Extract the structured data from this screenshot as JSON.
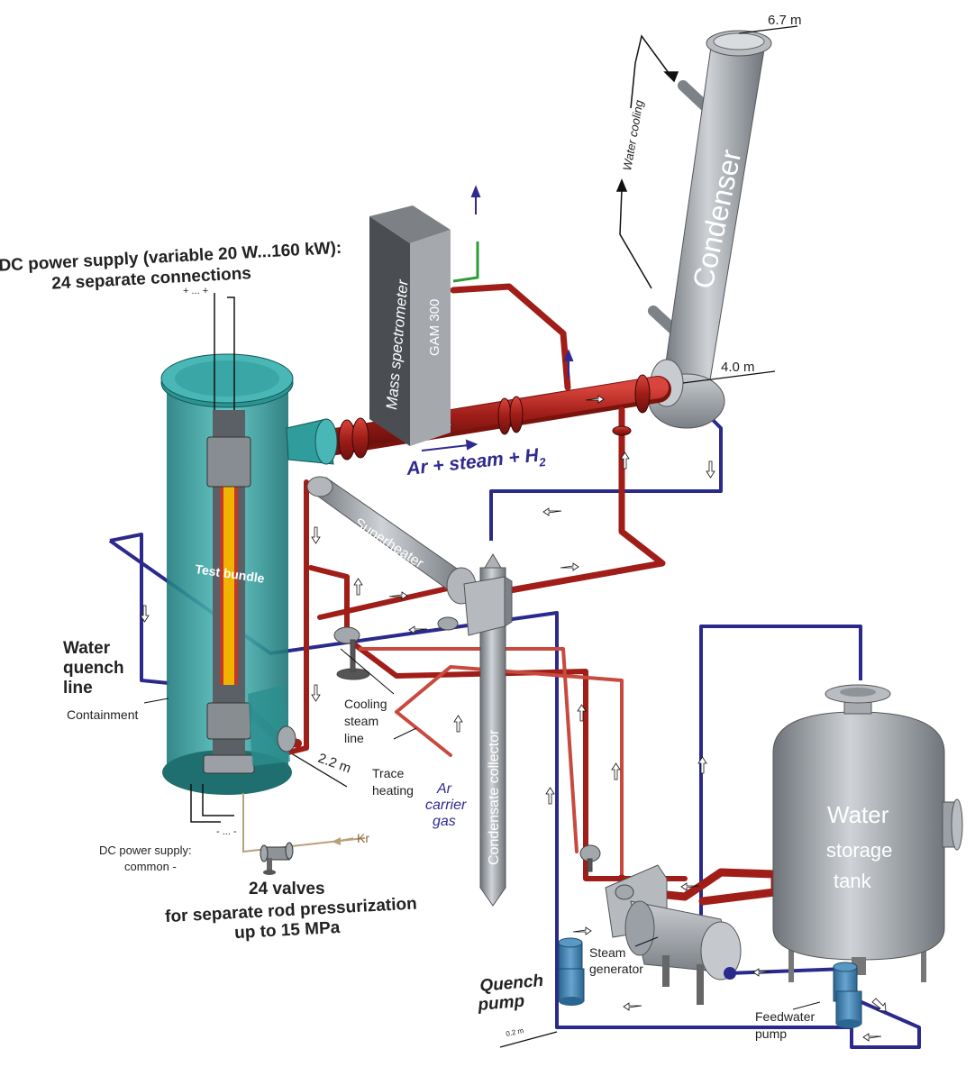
{
  "labels": {
    "dc_supply_title": "DC power supply (variable 20 W...160 kW):",
    "dc_supply_sub": "24 separate connections",
    "dc_plus": "+ ... +",
    "dc_minus": "- ... -",
    "dc_common_1": "DC power supply:",
    "dc_common_2": "common -",
    "condenser": "Condenser",
    "water_cooling": "Water cooling",
    "dim_top": "6.7 m",
    "dim_mid": "4.0 m",
    "dim_low": "2.2 m",
    "dim_scale": "0.2 m",
    "mass_spec": "Mass spectrometer",
    "gam": "GAM 300",
    "flow_main": "Ar + steam + H",
    "flow_main_sub": "2",
    "superheater": "Superheater",
    "test_bundle": "Test bundle",
    "water_quench_1": "Water",
    "water_quench_2": "quench",
    "water_quench_3": "line",
    "containment": "Containment",
    "cooling_steam_1": "Cooling",
    "cooling_steam_2": "steam",
    "cooling_steam_3": "line",
    "trace_heating_1": "Trace",
    "trace_heating_2": "heating",
    "ar_carrier_1": "Ar",
    "ar_carrier_2": "carrier",
    "ar_carrier_3": "gas",
    "condensate": "Condensate collector",
    "kr": "Kr",
    "valves_1": "24 valves",
    "valves_2": "for separate rod pressurization",
    "valves_3": "up to 15 MPa",
    "tank_1": "Water",
    "tank_2": "storage",
    "tank_3": "tank",
    "steam_gen_1": "Steam",
    "steam_gen_2": "generator",
    "quench_pump_1": "Quench",
    "quench_pump_2": "pump",
    "feedwater_1": "Feedwater",
    "feedwater_2": "pump"
  },
  "colors": {
    "pipe_red": "#b3201c",
    "pipe_blue": "#2b2a8c",
    "vessel_teal": "#3aa7a6",
    "steel_gray": "#9aa0a6",
    "pump_blue": "#3f7fae",
    "pressurization_line": "#b8a07a"
  }
}
